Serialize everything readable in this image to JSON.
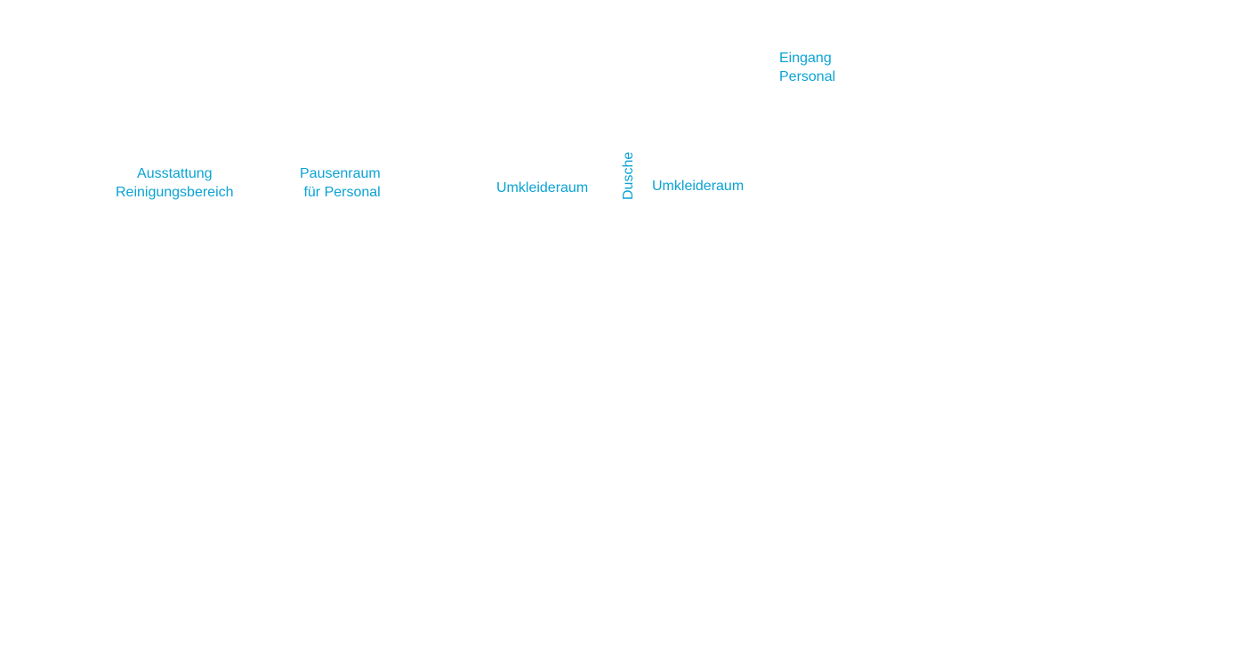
{
  "theme": {
    "label_color": "#0aa3d4",
    "background": "#ffffff"
  },
  "labels": {
    "ausstattung": [
      "Ausstattung",
      "Reinigungsbereich"
    ],
    "pausenraum": [
      "Pausenraum",
      "für Personal"
    ],
    "umkleideraum_1": "Umkleideraum",
    "dusche": "Dusche",
    "umkleideraum_2": "Umkleideraum",
    "eingang": [
      "Eingang",
      "Personal"
    ]
  }
}
